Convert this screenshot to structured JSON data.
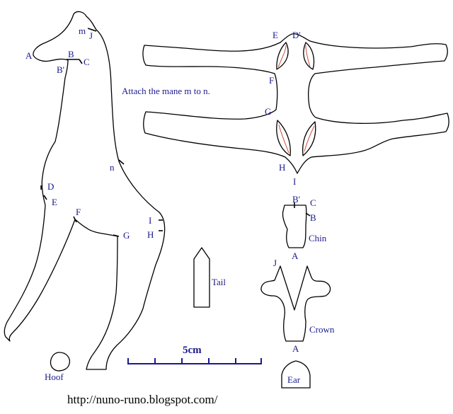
{
  "colors": {
    "outline": "#000000",
    "label": "#1a1a8c",
    "seam": "#d24a3a",
    "background": "#ffffff"
  },
  "instruction": "Attach the mane m to n.",
  "footer_url": "http://nuno-runo.blogspot.com/",
  "scale_label": "5cm",
  "giraffe_labels": {
    "m": "m",
    "J": "J",
    "A": "A",
    "B": "B",
    "B_prime": "B'",
    "C": "C",
    "n": "n",
    "D": "D",
    "E": "E",
    "F": "F",
    "I": "I",
    "G": "G",
    "H": "H"
  },
  "body_labels": {
    "E": "E",
    "D_prime": "D'",
    "F": "F",
    "G": "G",
    "H": "H",
    "I": "I"
  },
  "chin_piece": {
    "B_prime": "B'",
    "C": "C",
    "B": "B",
    "name": "Chin",
    "A": "A"
  },
  "crown_piece": {
    "J": "J",
    "name": "Crown",
    "A": "A"
  },
  "tail_piece": {
    "name": "Tail"
  },
  "hoof_piece": {
    "name": "Hoof"
  },
  "ear_piece": {
    "name": "Ear"
  }
}
